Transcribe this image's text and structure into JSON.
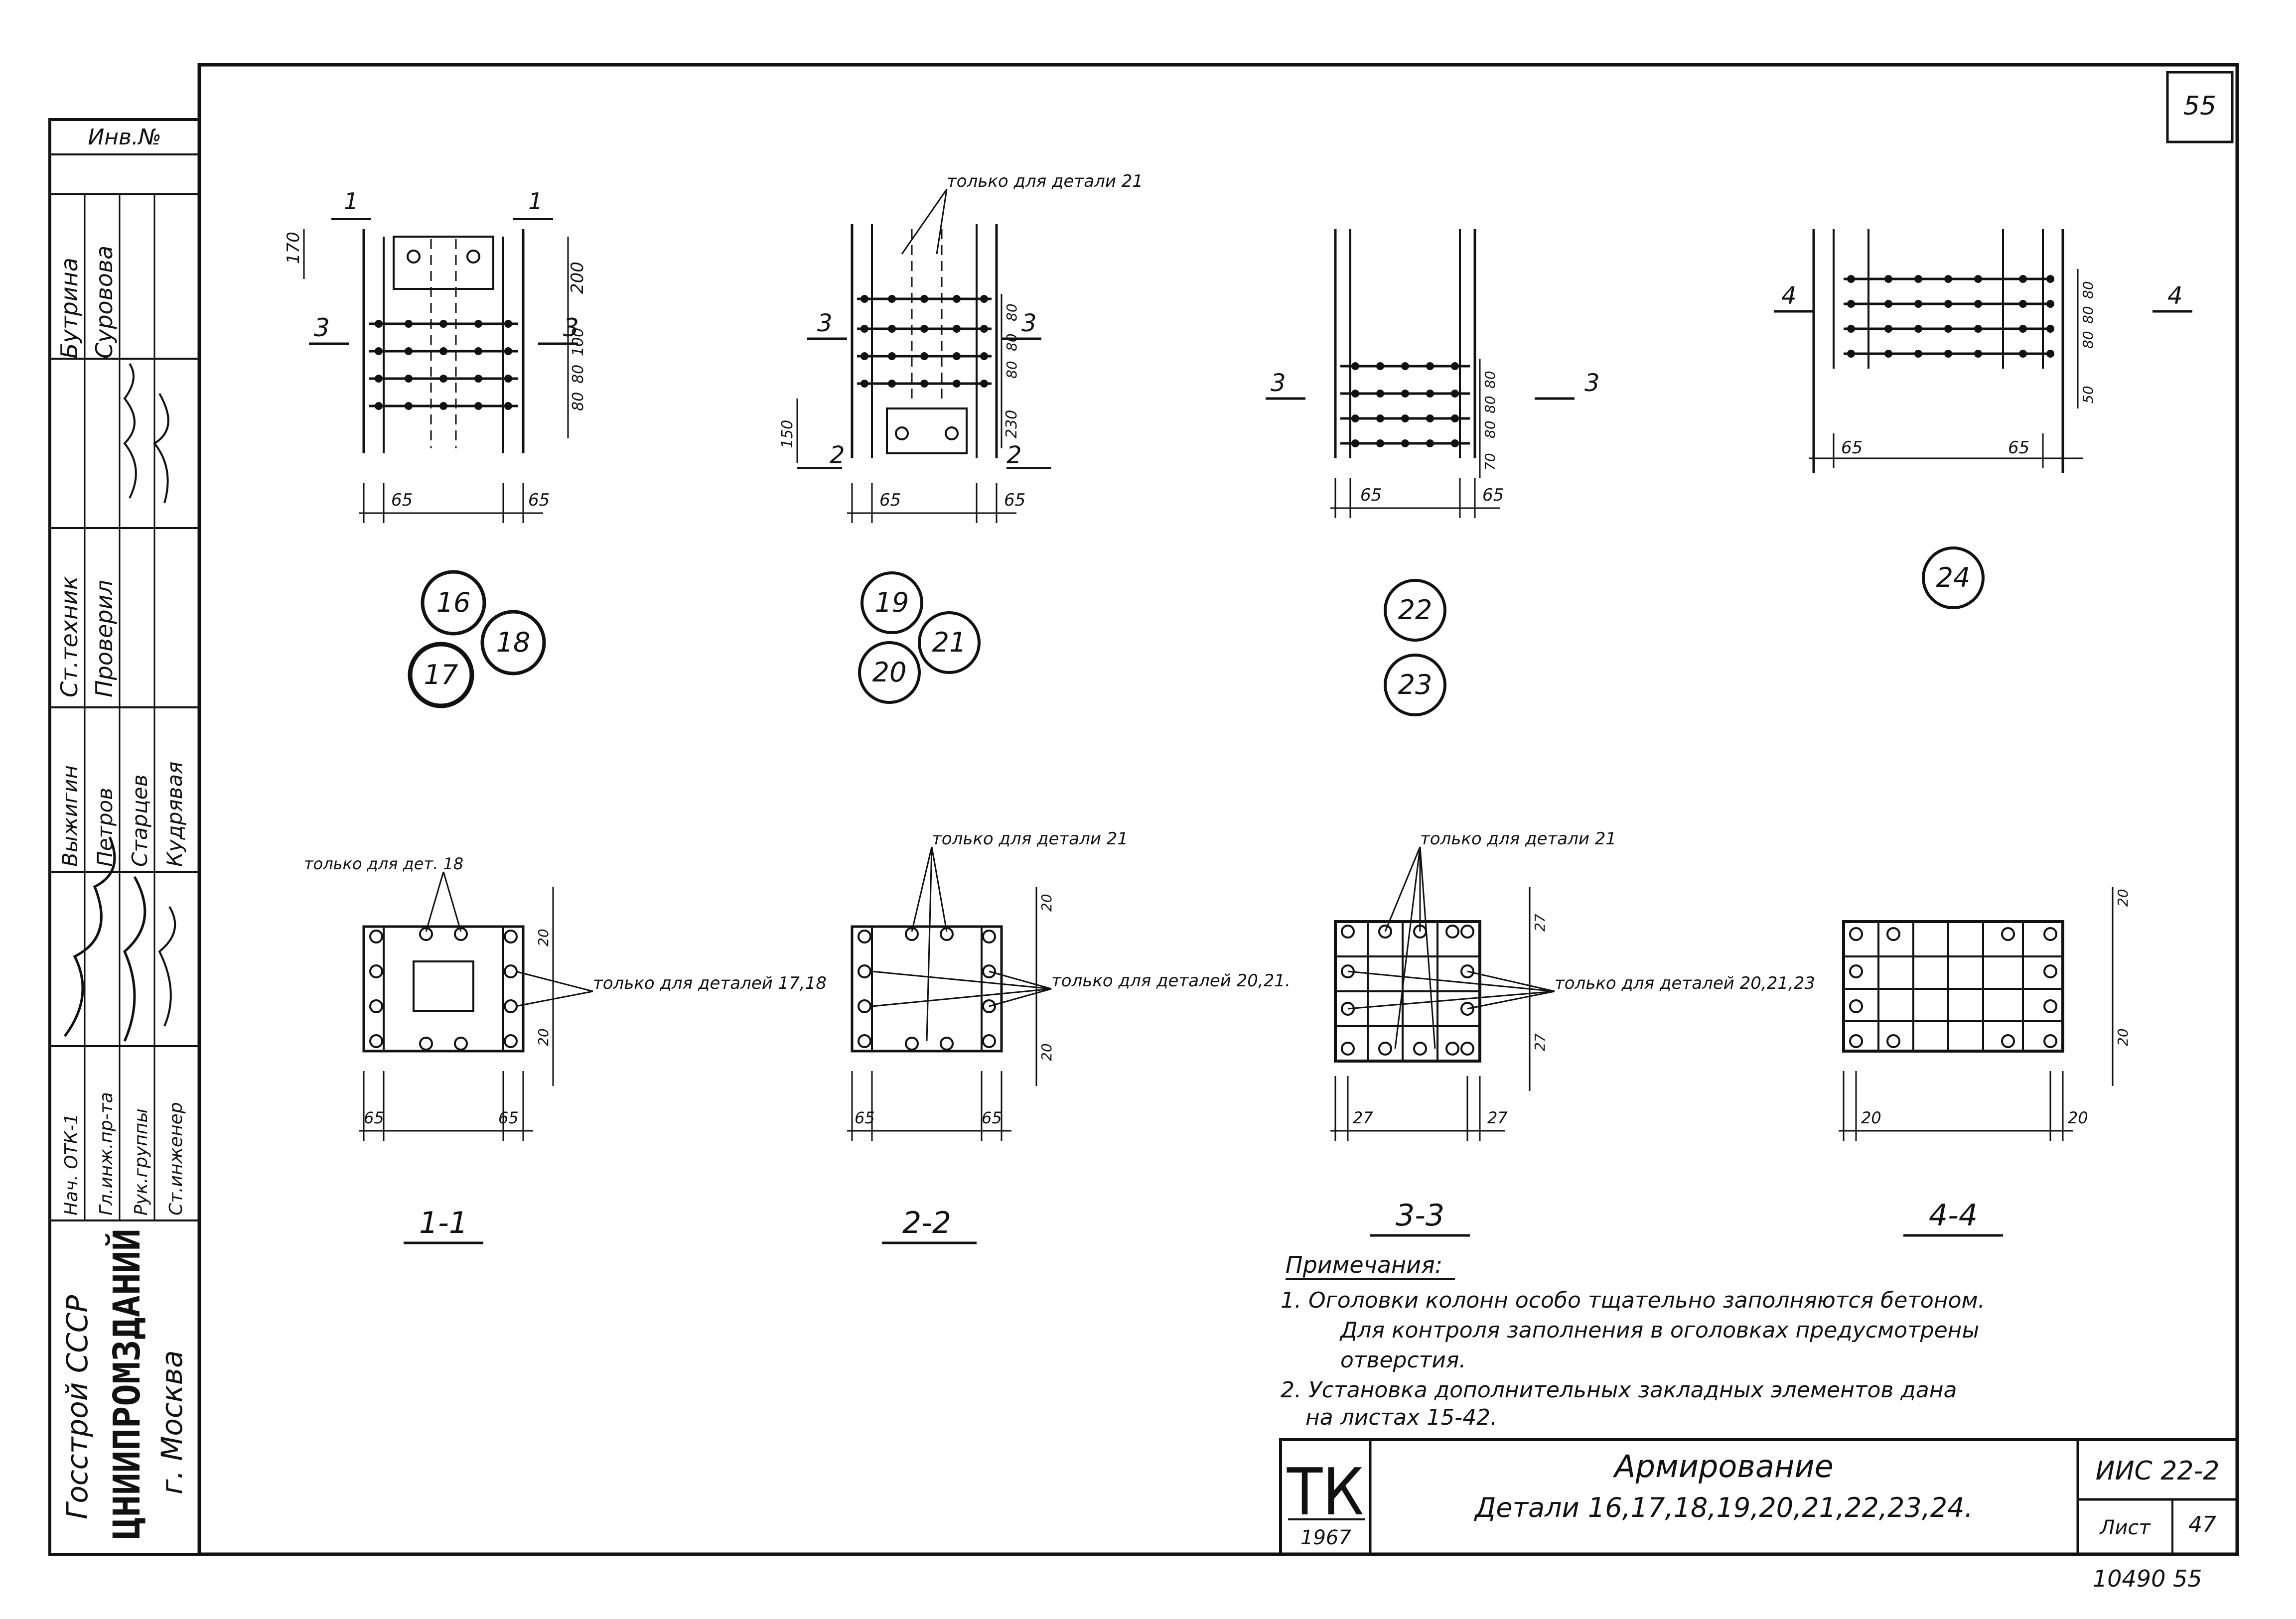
{
  "sheet": {
    "page_number": "55",
    "sheet_label": "Лист",
    "sheet_no": "47",
    "series_code": "ИИС 22-2",
    "stamp_tk": "ТК",
    "stamp_year": "1967",
    "title": "Армирование",
    "subtitle": "Детали 16,17,18,19,20,21,22,23,24.",
    "bottom_code": "10490 55"
  },
  "side_block": {
    "inv": "Инв.№",
    "names": [
      "Бутрина",
      "Суровова",
      "Ст.техник",
      "Проверил",
      "Выжигин",
      "Петров",
      "Старцев",
      "Кудрявая",
      "Нач. ОТК-1",
      "Гл.инж.пр-та",
      "Рук.группы",
      "Ст.инженер"
    ],
    "org1": "Госстрой СССР",
    "org2": "ЦНИИПРОМЗДАНИЙ",
    "org3": "г. Москва"
  },
  "details": {
    "d1": {
      "circles": [
        "16",
        "17",
        "18"
      ],
      "section_mark_a": "1",
      "section_mark_b": "3",
      "dims": [
        "170",
        "200",
        "80",
        "80",
        "100",
        "65",
        "65"
      ]
    },
    "d2": {
      "circles": [
        "19",
        "20",
        "21"
      ],
      "note": "только для детали 21",
      "section_mark_a": "3",
      "section_mark_b": "2",
      "dims": [
        "80",
        "80",
        "80",
        "150",
        "230",
        "65",
        "65"
      ]
    },
    "d3": {
      "circles": [
        "22",
        "23"
      ],
      "section_mark": "3",
      "dims": [
        "80",
        "80",
        "80",
        "70",
        "65",
        "65"
      ]
    },
    "d4": {
      "circles": [
        "24"
      ],
      "section_mark": "4",
      "dims": [
        "80",
        "80",
        "80",
        "50",
        "65",
        "65"
      ]
    }
  },
  "sections": {
    "s1": {
      "label": "1-1",
      "note_top": "только для дет. 18",
      "note_right": "только для деталей 17,18",
      "dims": [
        "65",
        "65",
        "20",
        "20"
      ]
    },
    "s2": {
      "label": "2-2",
      "note_top": "только для детали 21",
      "note_right": "только для деталей 20,21.",
      "dims": [
        "65",
        "65",
        "20",
        "20"
      ]
    },
    "s3": {
      "label": "3-3",
      "note_top": "только для детали 21",
      "note_right": "только для деталей 20,21,23",
      "dims": [
        "27",
        "27",
        "27",
        "27"
      ]
    },
    "s4": {
      "label": "4-4",
      "dims": [
        "20",
        "20",
        "20",
        "20"
      ]
    }
  },
  "notes": {
    "heading": "Примечания:",
    "n1a": "1.  Оголовки  колонн  особо   тщательно заполняются бетоном.",
    "n1b": "Для контроля заполнения в оголовках предусмотрены",
    "n1c": "отверстия.",
    "n2a": "2.  Установка дополнительных закладных элементов  дана",
    "n2b": "на  листах 15-42."
  }
}
